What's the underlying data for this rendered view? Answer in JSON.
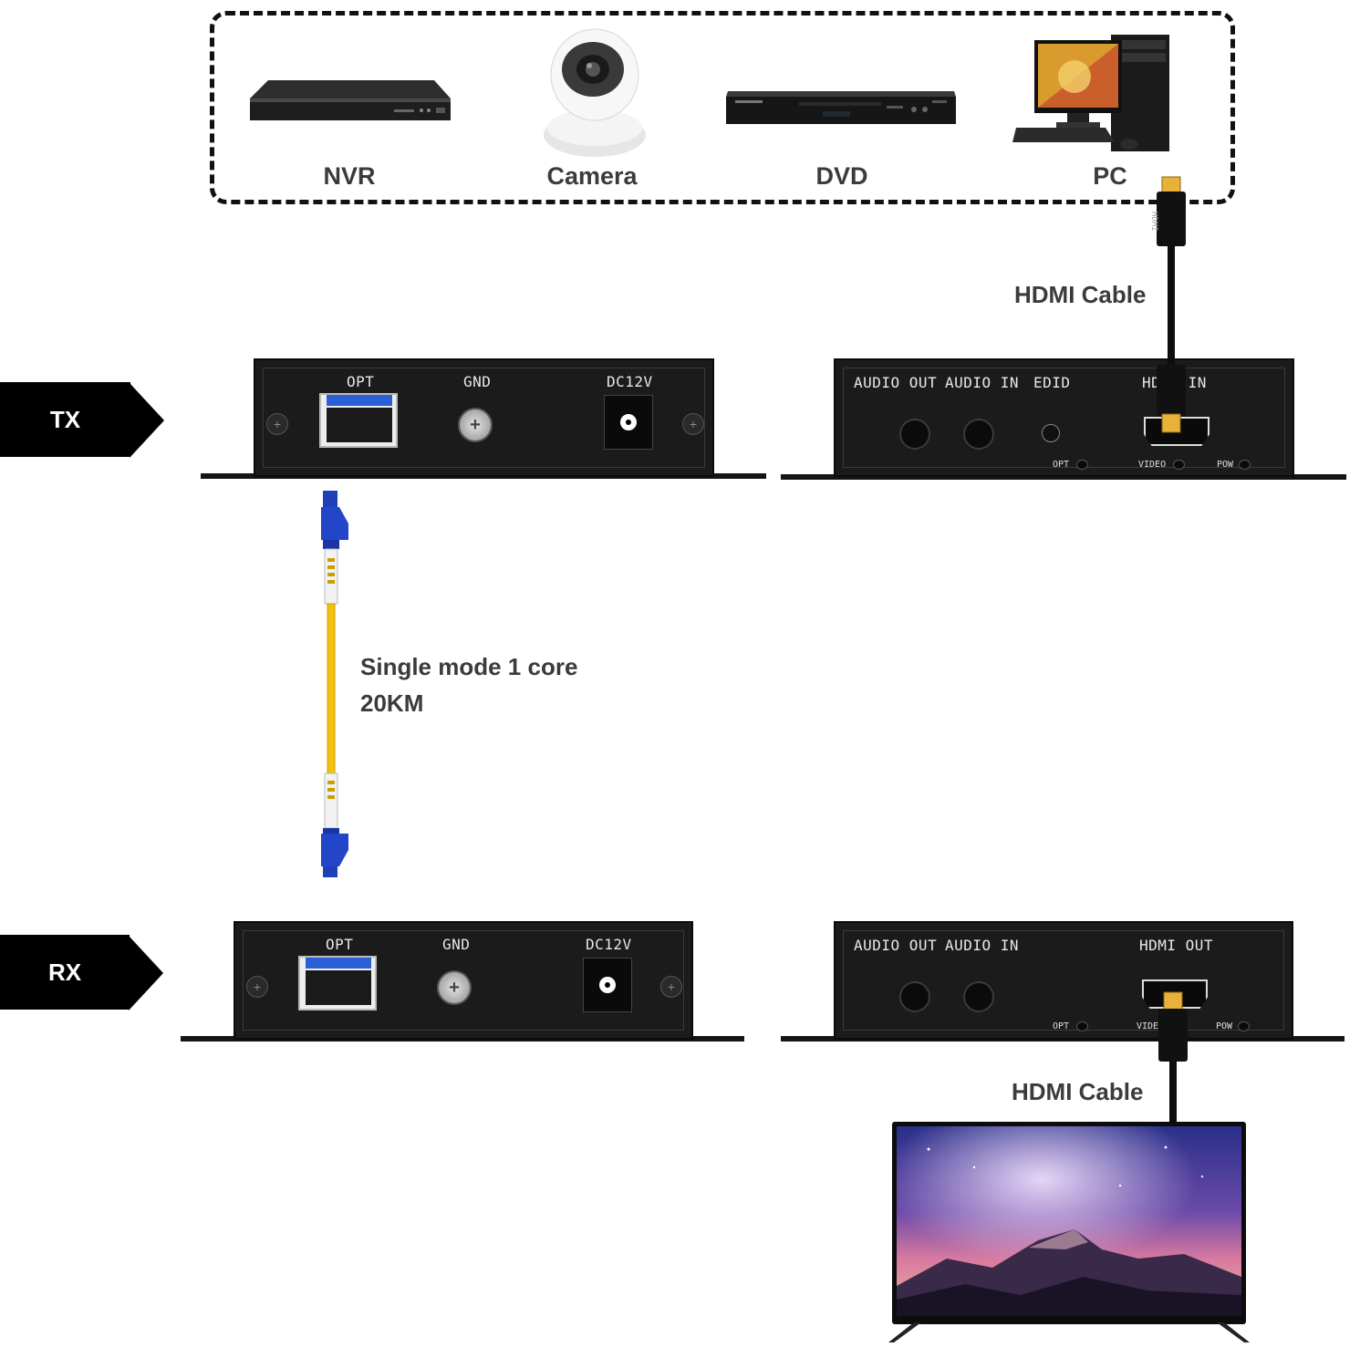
{
  "sources": {
    "nvr": "NVR",
    "camera": "Camera",
    "dvd": "DVD",
    "pc": "PC"
  },
  "cables": {
    "hdmi_top": "HDMI Cable",
    "hdmi_bottom": "HDMI Cable",
    "fiber_line1": "Single mode 1 core",
    "fiber_line2": "20KM"
  },
  "tags": {
    "tx": "TX",
    "rx": "RX"
  },
  "tx_front": {
    "opt": "OPT",
    "gnd": "GND",
    "dc": "DC12V"
  },
  "tx_back": {
    "audio_out": "AUDIO OUT",
    "audio_in": "AUDIO IN",
    "edid": "EDID",
    "hdmi": "HDMI IN",
    "led_opt": "OPT",
    "led_video": "VIDEO",
    "led_pow": "POW"
  },
  "rx_front": {
    "opt": "OPT",
    "gnd": "GND",
    "dc": "DC12V"
  },
  "rx_back": {
    "audio_out": "AUDIO OUT",
    "audio_in": "AUDIO IN",
    "hdmi": "HDMI OUT",
    "led_opt": "OPT",
    "led_video": "VIDEO",
    "led_pow": "POW"
  },
  "connector_text": "HDMI"
}
